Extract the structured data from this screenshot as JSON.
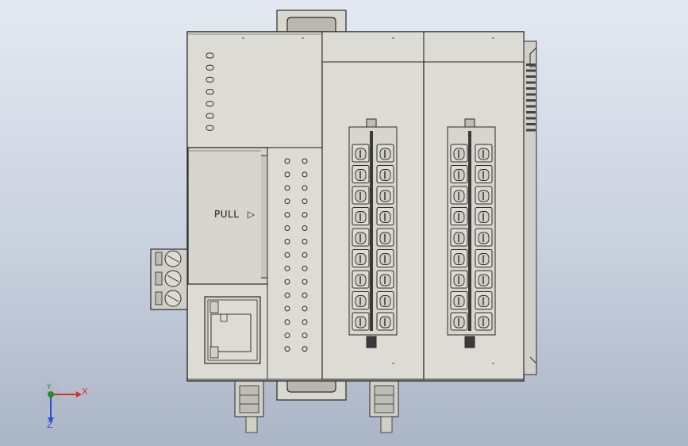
{
  "drawing": {
    "pull_text": "PULL",
    "pull_arrow": "▷"
  },
  "triad": {
    "x_label": "X",
    "y_label": "Y",
    "z_label": "Z",
    "x_color": "#d33333",
    "y_color": "#2a8a2a",
    "z_color": "#2a4fd3"
  },
  "colors": {
    "body": "#dcdcd4",
    "outline": "#2b2b2b",
    "background_top": "#e4e9f1",
    "background_bottom": "#aab5c6"
  }
}
